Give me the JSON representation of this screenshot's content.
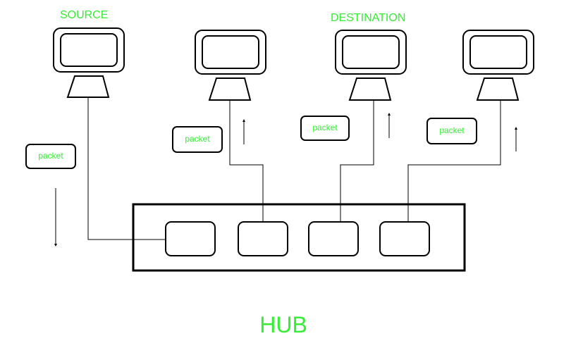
{
  "labels": {
    "source": "SOURCE",
    "destination": "DESTINATION",
    "hub": "HUB"
  },
  "packets": [
    "packet",
    "packet",
    "packet",
    "packet"
  ],
  "colors": {
    "label": "#33ee33",
    "stroke": "#000000",
    "background": "#ffffff"
  },
  "icons": [
    "computer-icon",
    "arrow-down-icon",
    "arrow-up-icon"
  ]
}
